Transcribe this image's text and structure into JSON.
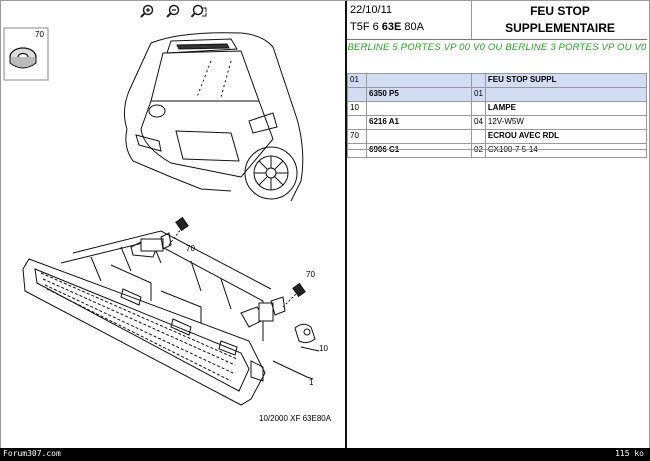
{
  "toolbar": {
    "zoom_in_icon": "zoom-in-icon",
    "zoom_out_icon": "zoom-out-icon",
    "zoom_fit_icon": "zoom-fit-icon"
  },
  "diagram": {
    "callouts": [
      "70",
      "70",
      "70",
      "10",
      "1"
    ],
    "code": "10/2000  XF 63E80A"
  },
  "header": {
    "date": "22/10/11",
    "ref_prefix": "T5F 6 ",
    "ref_bold": "63E",
    "ref_suffix": " 80A",
    "title_line1": "FEU STOP",
    "title_line2": "SUPPLEMENTAIRE"
  },
  "applicability": "BERLINE 5 PORTES VP 00 V0 OU BERLINE 3 PORTES VP OU V0",
  "parts": [
    {
      "line": "01",
      "part_no": "6350 P5",
      "qty": "01",
      "desc": "FEU STOP SUPPL",
      "detail": "",
      "selected": true
    },
    {
      "line": "10",
      "part_no": "6216 A1",
      "qty": "04",
      "desc": "LAMPE",
      "detail": "12V-W5W",
      "selected": false
    },
    {
      "line": "70",
      "part_no": "6906 C1",
      "qty": "02",
      "desc": "ECROU AVEC RDL",
      "detail": "CX100-7 5-14",
      "selected": false
    }
  ],
  "statusbar": {
    "site": "Forum307.com",
    "size": "115 ko"
  },
  "colors": {
    "selected_row": "#d2dcf2",
    "applicability_text": "#2aa02a"
  }
}
